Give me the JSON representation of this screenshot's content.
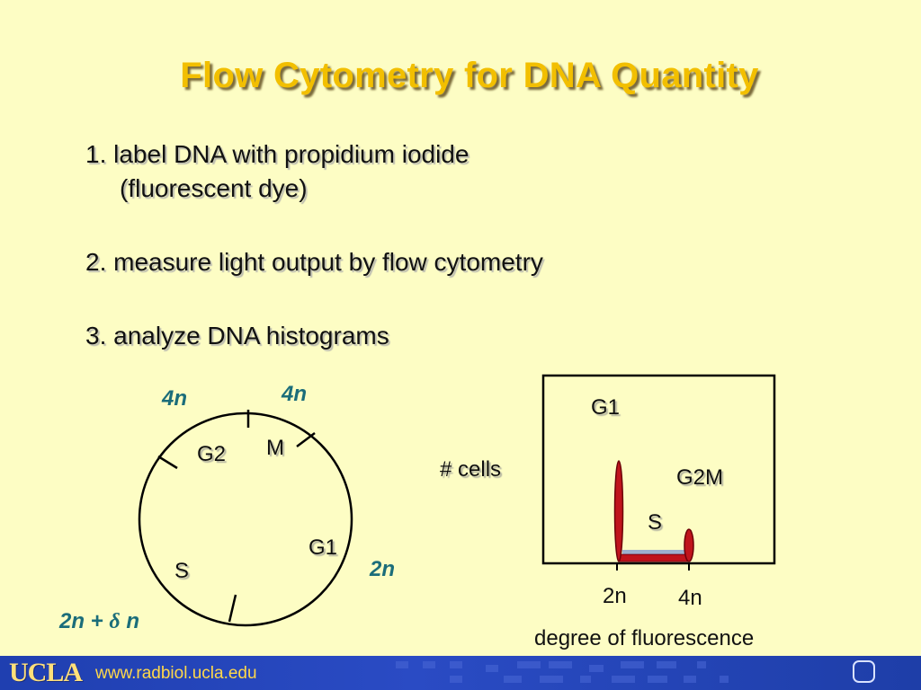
{
  "title": "Flow Cytometry for DNA Quantity",
  "steps": [
    {
      "line1": "1. label DNA with propidium iodide",
      "line2": "(fluorescent dye)"
    },
    {
      "line1": "2. measure light output by flow cytometry"
    },
    {
      "line1": "3. analyze DNA histograms"
    }
  ],
  "cycle": {
    "phases": {
      "g2": "G2",
      "m": "M",
      "g1": "G1",
      "s": "S"
    },
    "ploidy": {
      "top_left": "4n",
      "top_right": "4n",
      "right": "2n",
      "bottom_left_prefix": "2n + ",
      "bottom_left_delta": "δ",
      "bottom_left_suffix": " n"
    }
  },
  "histogram": {
    "ylabel": "# cells",
    "xlabel": "degree of fluorescence",
    "peaks": {
      "g1": "G1",
      "g2m": "G2M",
      "s": "S"
    },
    "ticks": {
      "t2n": "2n",
      "t4n": "4n"
    },
    "levels": {
      "g1_peak": 1.0,
      "g2m_peak": 0.32,
      "s_plateau": 0.07
    },
    "peak_color": "#c0141c"
  },
  "footer": {
    "logo": "UCLA",
    "url": "www.radbiol.ucla.edu",
    "home_icon": "home-square-icon"
  },
  "colors": {
    "title": "#f2bf00",
    "background": "#fdfdc4",
    "ploidy": "#1b6d7a",
    "footer": "#2a4bc4"
  }
}
